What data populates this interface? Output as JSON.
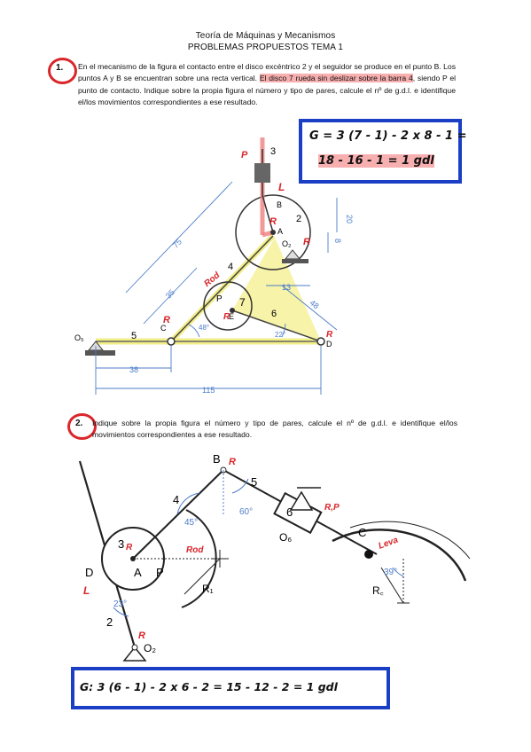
{
  "header": {
    "course": "Teoría de Máquinas y Mecanismos",
    "subtitle": "PROBLEMAS PROPUESTOS TEMA 1"
  },
  "problem1": {
    "number": "1.",
    "text_a": "En el mecanismo de la figura el contacto entre el disco excéntrico 2 y el seguidor se produce en el punto B. Los puntos A y B se encuentran sobre una recta vertical. ",
    "text_hl": "El disco 7 rueda sin deslizar sobre la barra 4",
    "text_b": ", siendo P el punto de contacto. Indique sobre la propia figura el número y tipo de pares, calcule el nº de g.d.l. e identifique el/los movimientos correspondientes a ese resultado.",
    "answer_line1": "G = 3 (7 - 1) - 2 x 8 - 1 =",
    "answer_line2": "18 - 16 - 1 = 1 gdl",
    "labels": {
      "link3": "3",
      "B": "B",
      "link2": "2",
      "A": "A",
      "O2": "O₂",
      "link4": "4",
      "P": "P",
      "link7": "7",
      "E": "E",
      "link6": "6",
      "C": "C",
      "O5": "O₅",
      "link5": "5",
      "D": "D",
      "dim75": "75",
      "dim35": "35",
      "dim20": "20",
      "dim8": "8",
      "dim13": "13",
      "dim48": "48",
      "dim38": "38",
      "dim115": "115",
      "ang48": "48°",
      "ang22": "22°"
    },
    "annotations": {
      "P": "P",
      "L": "L",
      "R": "R",
      "Rod": "Rod"
    }
  },
  "problem2": {
    "number": "2.",
    "text": "Indique sobre la propia figura el número y tipo de pares, calcule el nº de g.d.l. e identifique el/los movimientos correspondientes a ese resultado.",
    "answer": "G: 3 (6 - 1) - 2 x 6 - 2 = 15 - 12 - 2 = 1 gdl",
    "labels": {
      "B": "B",
      "link5": "5",
      "link4": "4",
      "ang45": "45°",
      "ang60": "60°",
      "link6": "6",
      "O6": "O₆",
      "link3": "3",
      "A": "A",
      "P": "P",
      "R1": "R₁",
      "C": "C",
      "ang39": "39°",
      "Rc": "R꜀",
      "D": "D",
      "link2": "2",
      "ang23": "23°",
      "O2": "O₂"
    },
    "annotations": {
      "R": "R",
      "RP": "R,P",
      "Rod": "Rod",
      "Leva": "Leva",
      "L": "L"
    }
  }
}
